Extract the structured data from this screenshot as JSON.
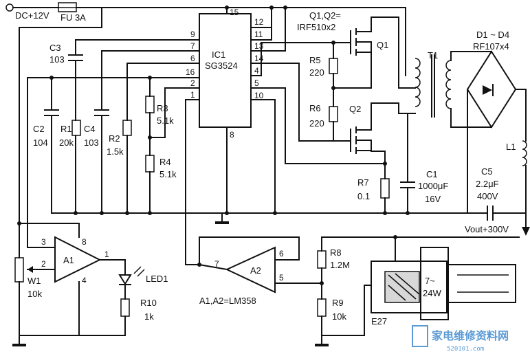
{
  "labels": {
    "supply": "DC+12V",
    "fuse": "FU  3A",
    "ic1_name": "IC1",
    "ic1_part": "SG3524",
    "pin9": "9",
    "pin7": "7",
    "pin6": "6",
    "pin16": "16",
    "pin2": "2",
    "pin1": "1",
    "pin15": "15",
    "pin12": "12",
    "pin11": "11",
    "pin13": "13",
    "pin14": "14",
    "pin4": "4",
    "pin5": "5",
    "pin10": "10",
    "pin8": "8",
    "q_note1": "Q1,Q2=",
    "q_note2": "IRF510x2",
    "q1": "Q1",
    "q2": "Q2",
    "r5": "R5",
    "r5_val": "220",
    "r6": "R6",
    "r6_val": "220",
    "t1": "T1",
    "d_note1": "D1 ~ D4",
    "d_note2": "RF107x4",
    "c3": "C3",
    "c3_val": "103",
    "c2": "C2",
    "c2_val": "104",
    "r1": "R1",
    "r1_val": "20k",
    "c4": "C4",
    "c4_val": "103",
    "r2": "R2",
    "r2_val": "1.5k",
    "r3": "R3",
    "r3_val": "5.1k",
    "r4": "R4",
    "r4_val": "5.1k",
    "r7": "R7",
    "r7_val": "0.1",
    "c1": "C1",
    "c1_val": "1000μF",
    "c1_v": "16V",
    "l1": "L1",
    "c5": "C5",
    "c5_val": "2.2μF",
    "c5_v": "400V",
    "vout": "Vout+300V",
    "a1": "A1",
    "a1_p3": "3",
    "a1_p2": "2",
    "a1_p8": "8",
    "a1_p4": "4",
    "a1_p1": "1",
    "w1": "W1",
    "w1_val": "10k",
    "led1": "LED1",
    "r10": "R10",
    "r10_val": "1k",
    "a2": "A2",
    "a2_p7": "7",
    "a2_p6": "6",
    "a2_p5": "5",
    "a_note": "A1,A2=LM358",
    "r8": "R8",
    "r8_val": "1.2M",
    "r9": "R9",
    "r9_val": "10k",
    "lamp": "7~",
    "lamp_w": "24W",
    "e27": "E27",
    "watermark": "家电维修资料网",
    "watermark_url": "520101.com"
  }
}
